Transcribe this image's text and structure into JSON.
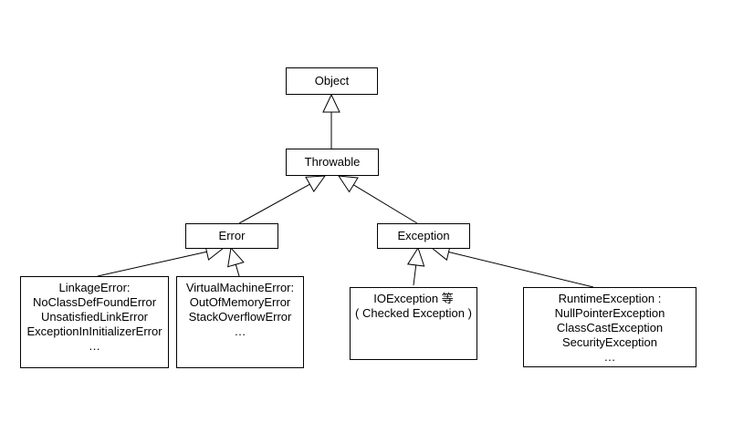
{
  "diagram": {
    "kind": "uml-class-inheritance-hierarchy",
    "background": "#ffffff",
    "line_color": "#000000",
    "box_border_color": "#000000",
    "text_color": "#000000"
  },
  "nodes": {
    "object": {
      "label": "Object"
    },
    "throwable": {
      "label": "Throwable"
    },
    "error": {
      "label": "Error"
    },
    "exception": {
      "label": "Exception"
    },
    "linkage_group": {
      "lines": [
        "LinkageError:",
        "NoClassDefFoundError",
        "UnsatisfiedLinkError",
        "ExceptionInInitializerError",
        "…"
      ]
    },
    "vm_group": {
      "lines": [
        "VirtualMachineError:",
        "OutOfMemoryError",
        "StackOverflowError",
        "…"
      ]
    },
    "io_group": {
      "lines": [
        "IOException 等",
        "( Checked Exception )"
      ]
    },
    "runtime_group": {
      "lines": [
        "RuntimeException :",
        "NullPointerException",
        "ClassCastException",
        "SecurityException",
        "…"
      ]
    }
  },
  "edges": [
    {
      "from": "Throwable",
      "to": "Object",
      "type": "generalization"
    },
    {
      "from": "Error",
      "to": "Throwable",
      "type": "generalization"
    },
    {
      "from": "Exception",
      "to": "Throwable",
      "type": "generalization"
    },
    {
      "from": "LinkageError group",
      "to": "Error",
      "type": "generalization"
    },
    {
      "from": "VirtualMachineError group",
      "to": "Error",
      "type": "generalization"
    },
    {
      "from": "IOException group",
      "to": "Exception",
      "type": "generalization"
    },
    {
      "from": "RuntimeException group",
      "to": "Exception",
      "type": "generalization"
    }
  ]
}
